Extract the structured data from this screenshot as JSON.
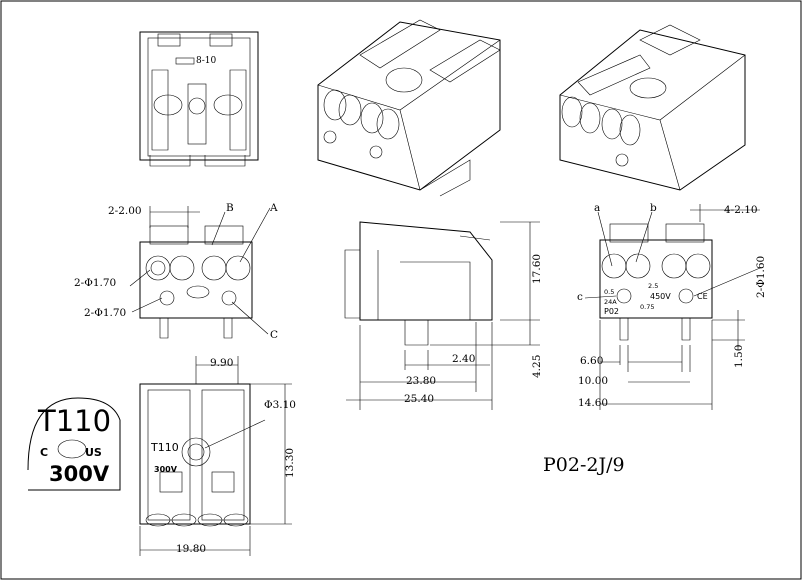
{
  "part_number": "P02-2J/9",
  "callouts": {
    "top_view_label": "8-10",
    "front_left": {
      "d1": "2-2.00",
      "b": "B",
      "a": "A",
      "phi1": "2-Φ1.70",
      "phi2": "2-Φ1.70",
      "c": "C"
    },
    "side": {
      "h1": "17.60",
      "h2": "4.25",
      "w1": "2.40",
      "w2": "23.80",
      "w3": "25.40"
    },
    "front_right": {
      "a": "a",
      "b": "b",
      "c": "c",
      "d1": "4-2.10",
      "phi": "2-Φ1.60",
      "w1": "6.60",
      "w2": "10.00",
      "w3": "14.60",
      "h1": "1.50"
    },
    "bottom": {
      "w1": "9.90",
      "phi": "Φ3.10",
      "h1": "13.30",
      "w2": "19.80"
    }
  },
  "marking": {
    "model": "T110",
    "voltage": "300V",
    "c": "C",
    "us": "US",
    "rating_a": "24A",
    "rating_v": "450V",
    "wire1": "0.5",
    "wire2": "2.5",
    "wire3": "0.75",
    "code": "P02",
    "ce": "CE"
  }
}
